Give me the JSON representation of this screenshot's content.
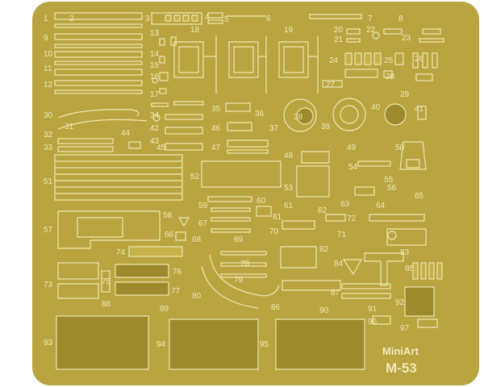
{
  "sheet": {
    "code": "M-53",
    "brand": "MiniArt",
    "colors": {
      "brass": "#b9a440",
      "brass_dark": "#9c8a2c",
      "outline": "#efe6b0",
      "background": "#ffffff"
    }
  },
  "part_numbers": [
    "1",
    "2",
    "3",
    "4",
    "5",
    "6",
    "7",
    "8",
    "9",
    "10",
    "11",
    "12",
    "13",
    "14",
    "15",
    "16",
    "17",
    "18",
    "19",
    "20",
    "21",
    "22",
    "23",
    "24",
    "25",
    "26",
    "27",
    "28",
    "29",
    "30",
    "31",
    "32",
    "33",
    "34",
    "35",
    "36",
    "37",
    "38",
    "39",
    "40",
    "41",
    "42",
    "43",
    "44",
    "45",
    "46",
    "47",
    "48",
    "49",
    "50",
    "51",
    "52",
    "53",
    "54",
    "55",
    "56",
    "57",
    "58",
    "59",
    "60",
    "61",
    "62",
    "63",
    "64",
    "65",
    "66",
    "67",
    "68",
    "69",
    "70",
    "71",
    "72",
    "73",
    "74",
    "75",
    "76",
    "77",
    "78",
    "79",
    "80",
    "81",
    "82",
    "83",
    "84",
    "85",
    "86",
    "87",
    "88",
    "89",
    "90",
    "91",
    "92",
    "93",
    "94",
    "95",
    "96",
    "97"
  ]
}
